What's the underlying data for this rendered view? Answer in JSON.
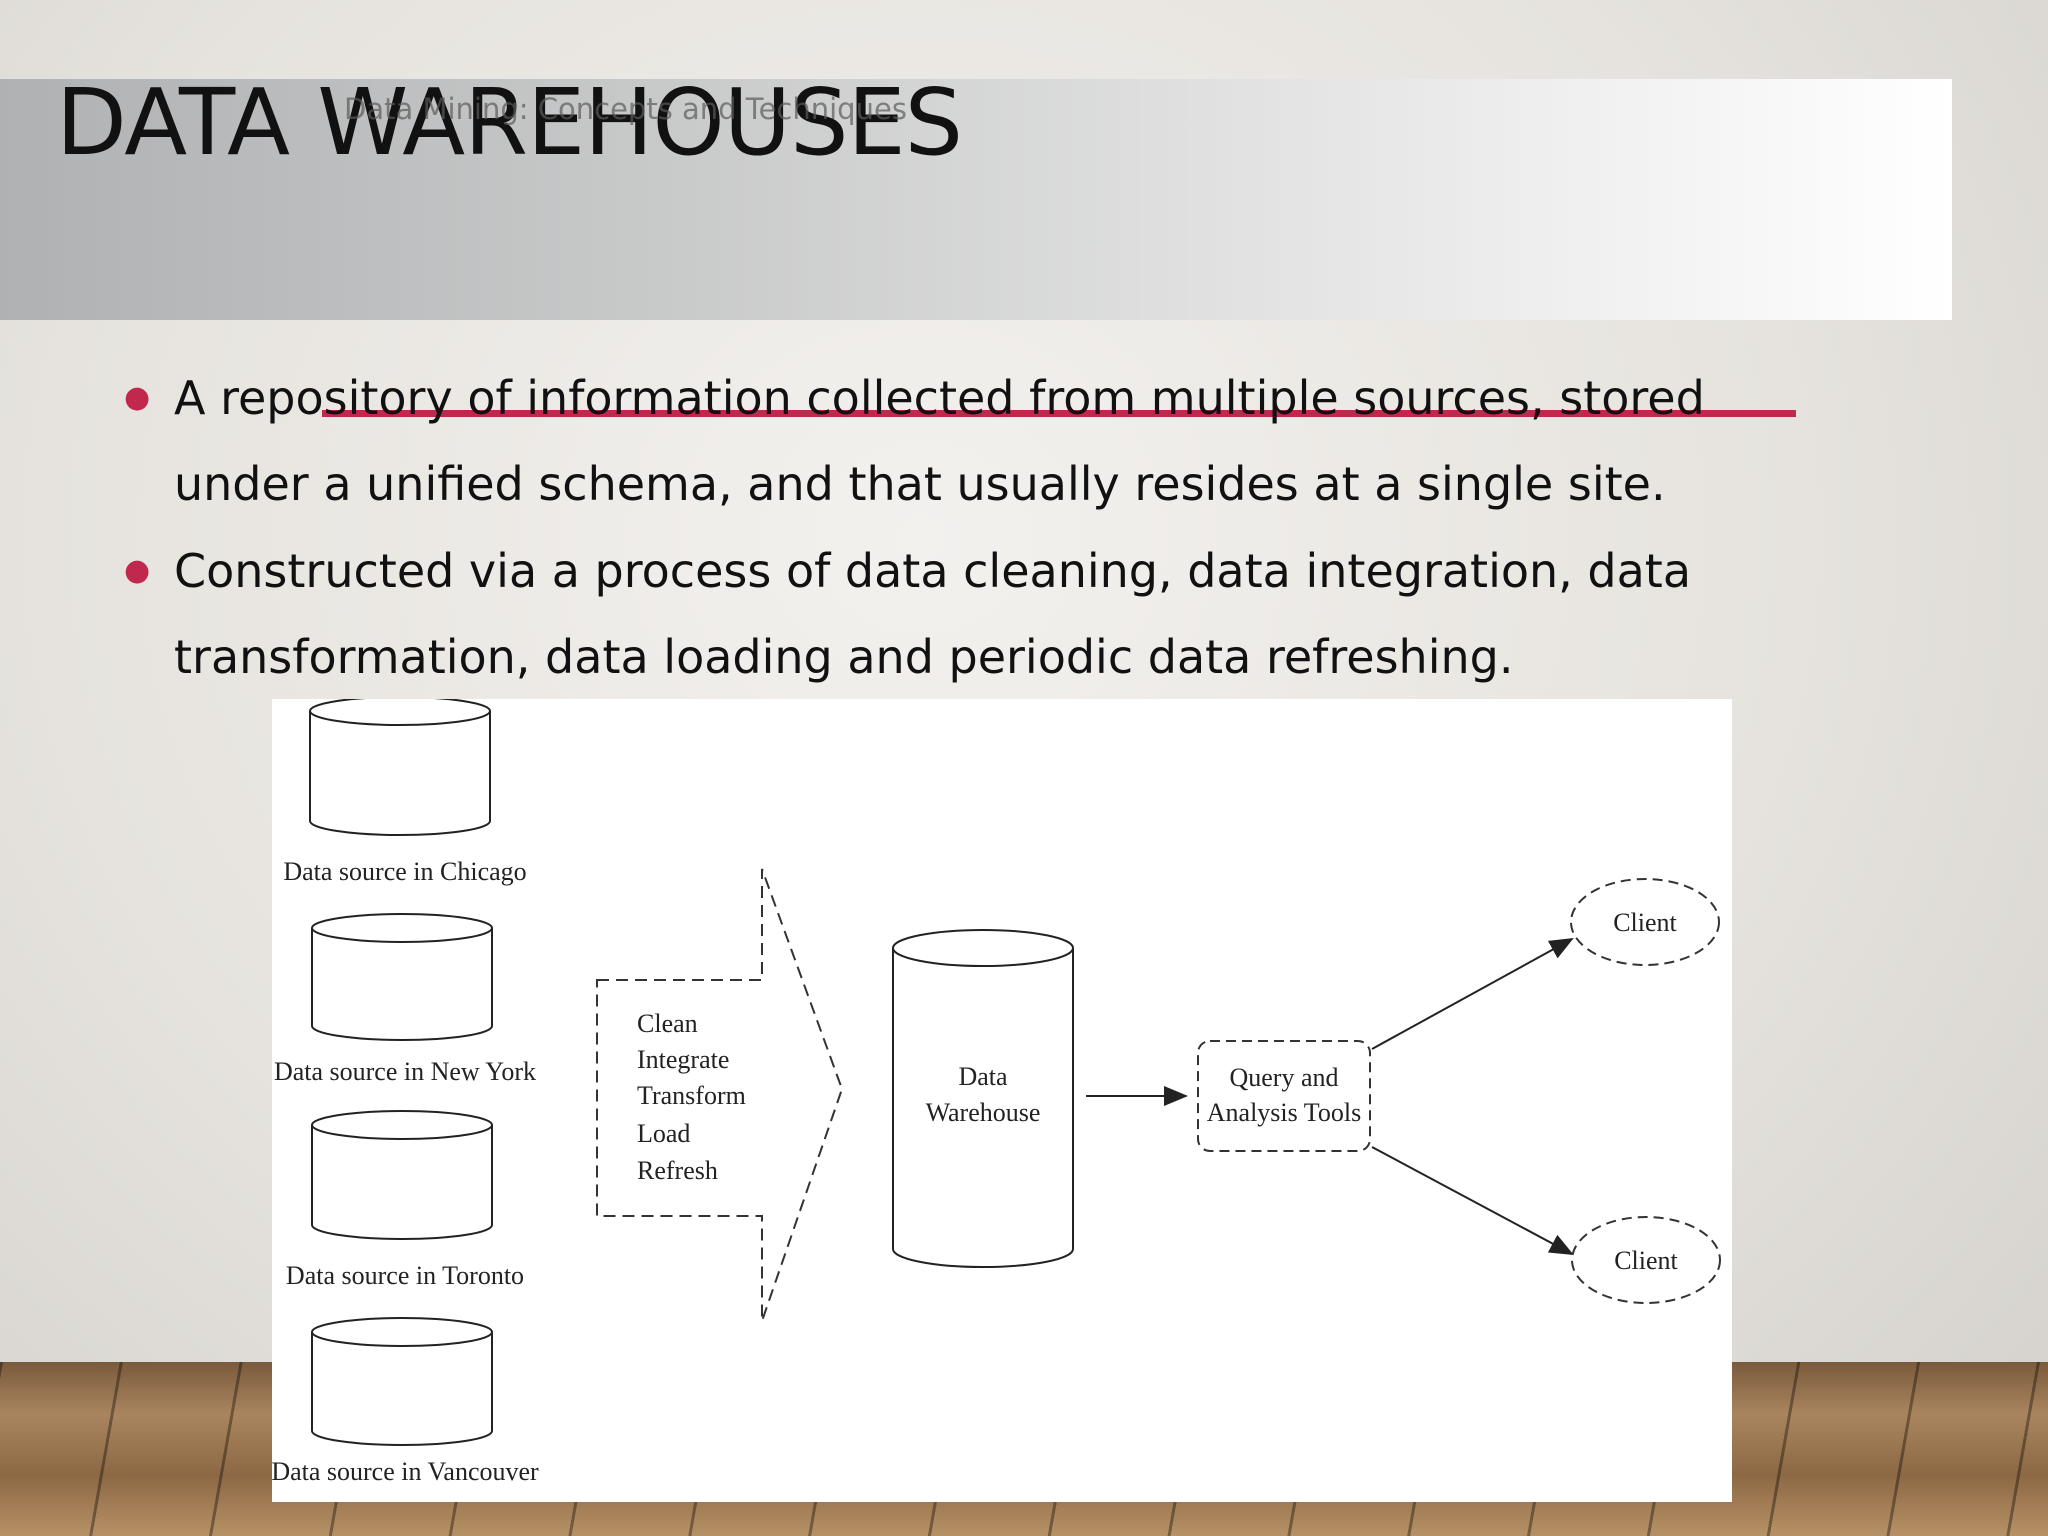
{
  "slide": {
    "title": "DATA WAREHOUSES",
    "watermark": "Data Mining: Concepts and Techniques",
    "bullets": [
      {
        "line1": "A repository of information collected from multiple sources, stored",
        "line2": "under a unified schema, and that usually resides at a single site."
      },
      {
        "line1": "Constructed via a process of data cleaning, data integration, data",
        "line2": "transformation, data loading and periodic data refreshing."
      }
    ],
    "accent_color": "#c0284e"
  },
  "diagram": {
    "sources": [
      {
        "label": "Data source in Chicago"
      },
      {
        "label": "Data source in New York"
      },
      {
        "label": "Data source in Toronto"
      },
      {
        "label": "Data source in Vancouver"
      }
    ],
    "process_steps": [
      "Clean",
      "Integrate",
      "Transform",
      "Load",
      "Refresh"
    ],
    "warehouse": {
      "line1": "Data",
      "line2": "Warehouse"
    },
    "tools": {
      "line1": "Query and",
      "line2": "Analysis Tools"
    },
    "clients": [
      {
        "label": "Client"
      },
      {
        "label": "Client"
      }
    ]
  }
}
